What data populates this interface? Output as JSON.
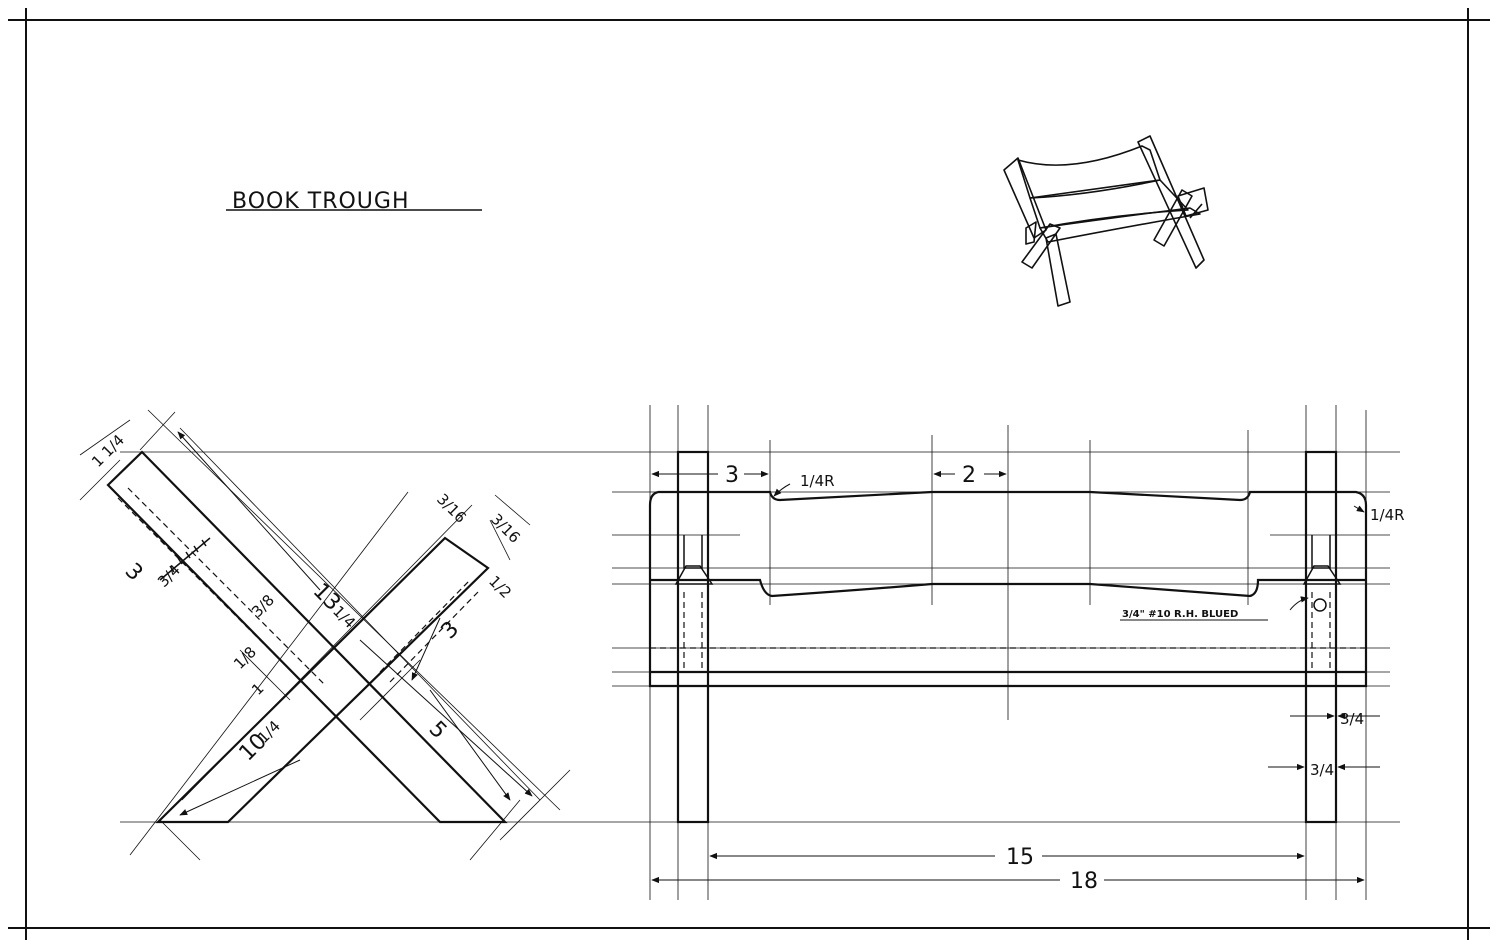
{
  "title": "BOOK TROUGH",
  "end_view": {
    "dims": {
      "top_thickness_whole": "1",
      "top_thickness_frac": "1/4",
      "leg_len_whole": "13",
      "leg_len_frac": "1/4",
      "screw_offset": "3",
      "screw_frac": "3/4",
      "slot_depth": "3/8",
      "lower_frac": "1/8",
      "lower_one": "1",
      "base_whole": "10",
      "base_frac": "1/4",
      "right_frac_a": "3/16",
      "right_frac_b": "3/16",
      "right_frac_c": "1/2",
      "right_three": "3",
      "right_five": "5"
    }
  },
  "front_view": {
    "dims": {
      "left_offset": "3",
      "radius_left": "1/4R",
      "center_width": "2",
      "radius_right": "1/4R",
      "leg_thickness_a": "3/4",
      "leg_thickness_b": "3/4",
      "inner_span": "15",
      "overall_span": "18"
    },
    "note": "3/4\" #10 R.H. BLUED"
  }
}
